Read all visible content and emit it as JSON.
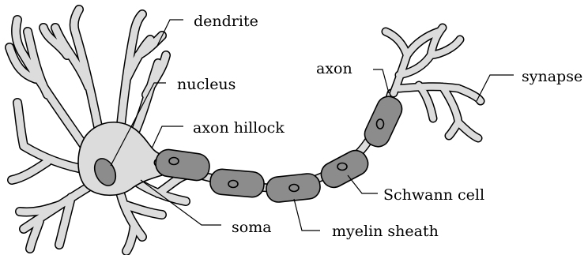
{
  "labels": {
    "dendrite": "dendrite",
    "nucleus": "nucleus",
    "axon_hillock": "axon hillock",
    "soma": "soma",
    "axon": "axon",
    "synapse": "synapse",
    "schwann_cell": "Schwann cell",
    "myelin_sheath": "myelin sheath"
  },
  "colors": {
    "cell_fill": "#dcdcdc",
    "myelin_fill": "#8c8c8c",
    "nucleus_fill": "#8c8c8c",
    "outline": "#000000"
  }
}
